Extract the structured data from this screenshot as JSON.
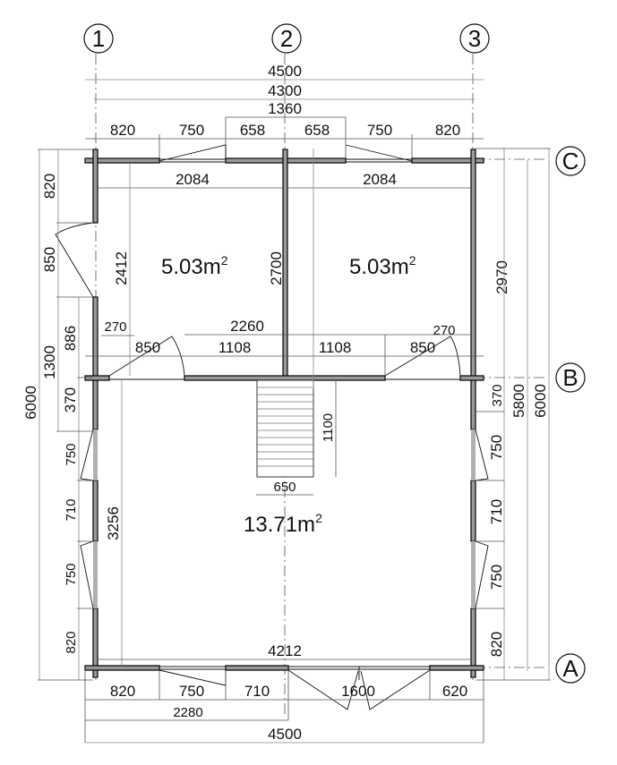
{
  "axes": {
    "columns": [
      "1",
      "2",
      "3"
    ],
    "rows": [
      "C",
      "B",
      "A"
    ]
  },
  "rooms": [
    {
      "name": "room-upper-left",
      "area": "5.03m",
      "sup": "2"
    },
    {
      "name": "room-upper-right",
      "area": "5.03m",
      "sup": "2"
    },
    {
      "name": "room-main",
      "area": "13.71m",
      "sup": "2"
    }
  ],
  "top_dims": {
    "overall": "4500",
    "axis_to_axis": "4300",
    "middle": "1360",
    "segments": [
      "820",
      "750",
      "658",
      "658",
      "750",
      "820"
    ]
  },
  "interior_dims": {
    "upper_left_width": "2084",
    "upper_right_width": "2084",
    "upper_left_height": "2412",
    "partition_height": "2700",
    "right_height": "2970",
    "left_door_offset": "270",
    "right_door_offset": "270",
    "partition_span": "2260",
    "left_door": "850",
    "left_wall_seg": "1108",
    "right_wall_seg": "1108",
    "right_door": "850",
    "main_height": "3256",
    "bottom_inner_width": "4212",
    "stair_width": "650",
    "stair_length": "1100"
  },
  "left_dims": {
    "overall": "6000",
    "seg1": "820",
    "door": "850",
    "seg_886": "886",
    "seg_1300": "1300",
    "seg_370": "370",
    "win1": "750",
    "pier": "710",
    "win2": "750",
    "seg_bottom": "820"
  },
  "right_dims": {
    "overall": "6000",
    "axis": "5800",
    "seg_370": "370",
    "win1": "750",
    "pier": "710",
    "win2": "750",
    "seg_bottom": "820"
  },
  "bottom_dims": {
    "segments": [
      "820",
      "750",
      "710",
      "1600",
      "620"
    ],
    "partial": "2280",
    "overall": "4500"
  }
}
